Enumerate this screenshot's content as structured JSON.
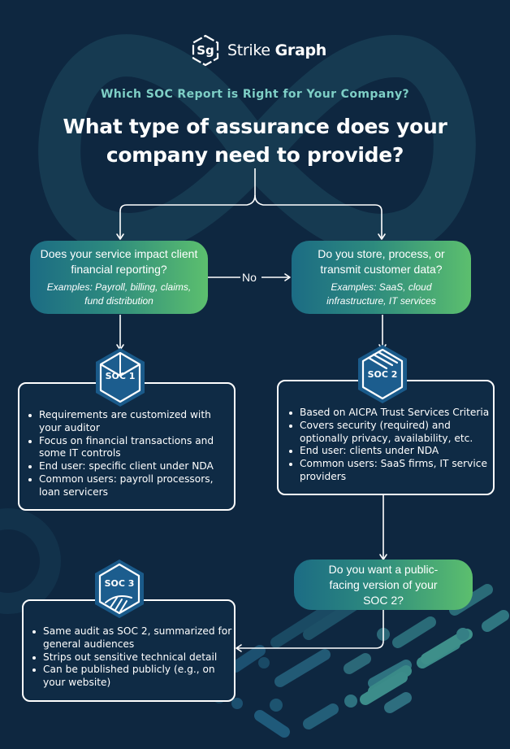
{
  "brand": {
    "logo_mark": "Sg",
    "name_light": "Strike",
    "name_bold": "Graph"
  },
  "header": {
    "subtitle": "Which SOC Report is Right for Your Company?",
    "title": "What type of assurance does your company need to provide?"
  },
  "colors": {
    "background": "#0e2740",
    "accent_teal": "#7ecfc6",
    "gradient_start": "#1c6c84",
    "gradient_end": "#5cbf6e",
    "badge_fill": "#1a5a8a"
  },
  "questions": {
    "financial": {
      "question": "Does your service impact client financial reporting?",
      "examples": "Examples: Payroll, billing, claims, fund distribution"
    },
    "customer_data": {
      "question": "Do you store, process, or transmit customer data?",
      "examples": "Examples: SaaS, cloud infrastructure, IT services"
    },
    "public": {
      "question": "Do you want a public-facing version of your SOC 2?"
    }
  },
  "connectors": {
    "no_label": "No"
  },
  "reports": {
    "soc1": {
      "badge": "SOC 1",
      "icon": "open-box-icon",
      "bullets": [
        "Requirements are customized with your auditor",
        "Focus on financial transactions and some IT controls",
        "End user: specific client under NDA",
        "Common users: payroll processors, loan servicers"
      ]
    },
    "soc2": {
      "badge": "SOC 2",
      "icon": "stacked-layers-icon",
      "bullets": [
        "Based on AICPA Trust Services Criteria",
        "Covers security (required) and optionally privacy, availability, etc.",
        "End user: clients under NDA",
        "Common users: SaaS firms, IT service providers"
      ]
    },
    "soc3": {
      "badge": "SOC 3",
      "icon": "handshake-icon",
      "bullets": [
        "Same audit as SOC 2, summarized for general audiences",
        "Strips out sensitive technical detail",
        "Can be published publicly (e.g., on your website)"
      ]
    }
  }
}
